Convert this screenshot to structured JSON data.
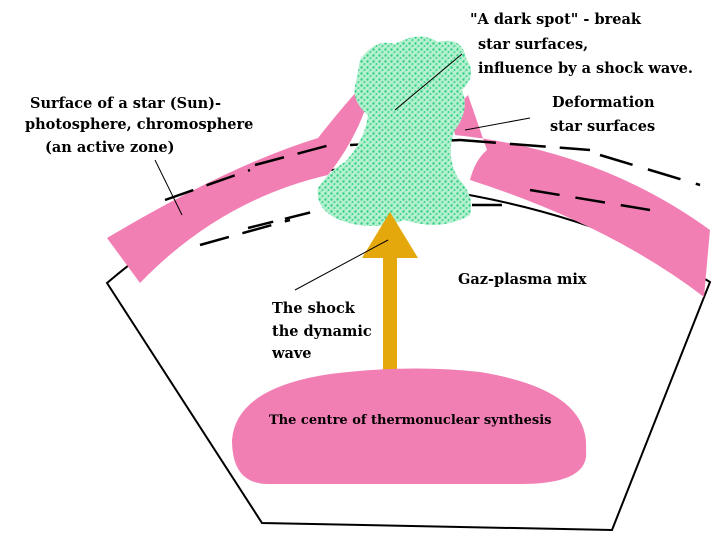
{
  "colors": {
    "background": "#ffffff",
    "star_layer": "#f27fb4",
    "core": "#f27fb4",
    "arrow": "#e4a80c",
    "dark_spot": "#33d08c",
    "outline": "#000000"
  },
  "labels": {
    "dark_spot": [
      "\"A dark spot\" - break",
      "star surfaces,",
      "influence by a shock wave."
    ],
    "surface": [
      "Surface of a star (Sun)-",
      "photosphere, chromosphere",
      "(an active zone)"
    ],
    "deformation": [
      "Deformation",
      "star surfaces"
    ],
    "gaz_plasma": "Gaz-plasma mix",
    "shock": [
      "The shock",
      "the dynamic",
      "wave"
    ],
    "core": "The centre of thermonuclear synthesis"
  }
}
